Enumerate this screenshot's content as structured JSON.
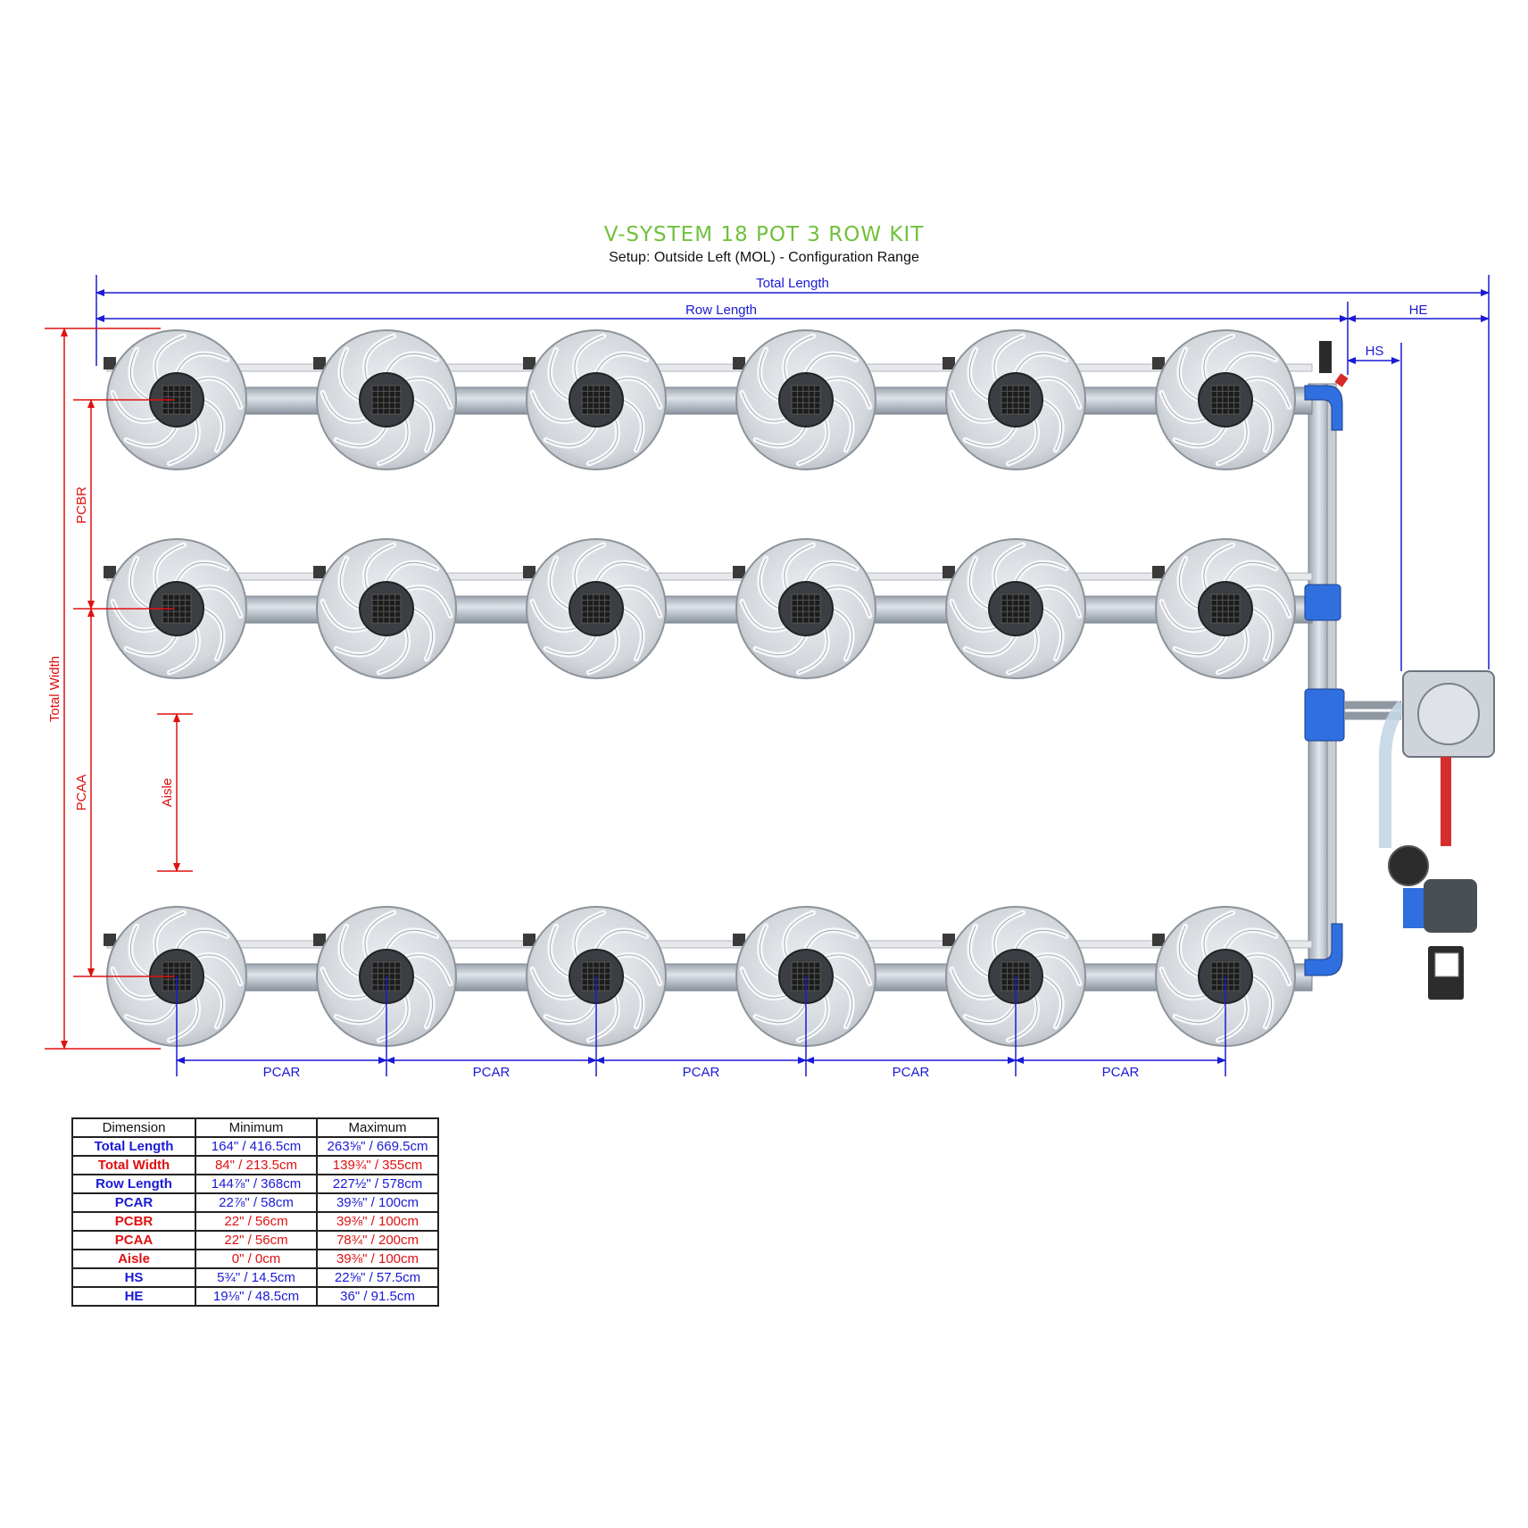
{
  "header": {
    "title": "V-SYSTEM 18 POT 3 ROW KIT",
    "subtitle": "Setup: Outside Left (MOL) - Configuration Range"
  },
  "labels": {
    "total_length": "Total Length",
    "row_length": "Row Length",
    "he": "HE",
    "hs": "HS",
    "total_width": "Total Width",
    "pcbr": "PCBR",
    "pcaa": "PCAA",
    "aisle": "Aisle",
    "pcar": "PCAR"
  },
  "colors": {
    "accent_green": "#6fc13c",
    "dimension_blue": "#1a1ad6",
    "dimension_red": "#e01010",
    "pipe_blue": "#2f6fe0",
    "pot_grey": "#cfd3d8"
  },
  "layout": {
    "rows": 3,
    "pots_per_row": 6
  },
  "table": {
    "headers": [
      "Dimension",
      "Minimum",
      "Maximum"
    ],
    "rows": [
      {
        "name": "Total Length",
        "min": "164\" / 416.5cm",
        "max": "263⅝\" / 669.5cm",
        "color": "blue"
      },
      {
        "name": "Total Width",
        "min": "84\" / 213.5cm",
        "max": "139¾\" / 355cm",
        "color": "red"
      },
      {
        "name": "Row Length",
        "min": "144⅞\" / 368cm",
        "max": "227½\" / 578cm",
        "color": "blue"
      },
      {
        "name": "PCAR",
        "min": "22⅞\" / 58cm",
        "max": "39⅜\" / 100cm",
        "color": "blue"
      },
      {
        "name": "PCBR",
        "min": "22\" / 56cm",
        "max": "39⅜\" / 100cm",
        "color": "red"
      },
      {
        "name": "PCAA",
        "min": "22\" / 56cm",
        "max": "78¾\" / 200cm",
        "color": "red"
      },
      {
        "name": "Aisle",
        "min": "0\" / 0cm",
        "max": "39⅜\" / 100cm",
        "color": "red"
      },
      {
        "name": "HS",
        "min": "5¾\" / 14.5cm",
        "max": "22⅝\" / 57.5cm",
        "color": "blue"
      },
      {
        "name": "HE",
        "min": "19⅛\" / 48.5cm",
        "max": "36\" / 91.5cm",
        "color": "blue"
      }
    ]
  }
}
